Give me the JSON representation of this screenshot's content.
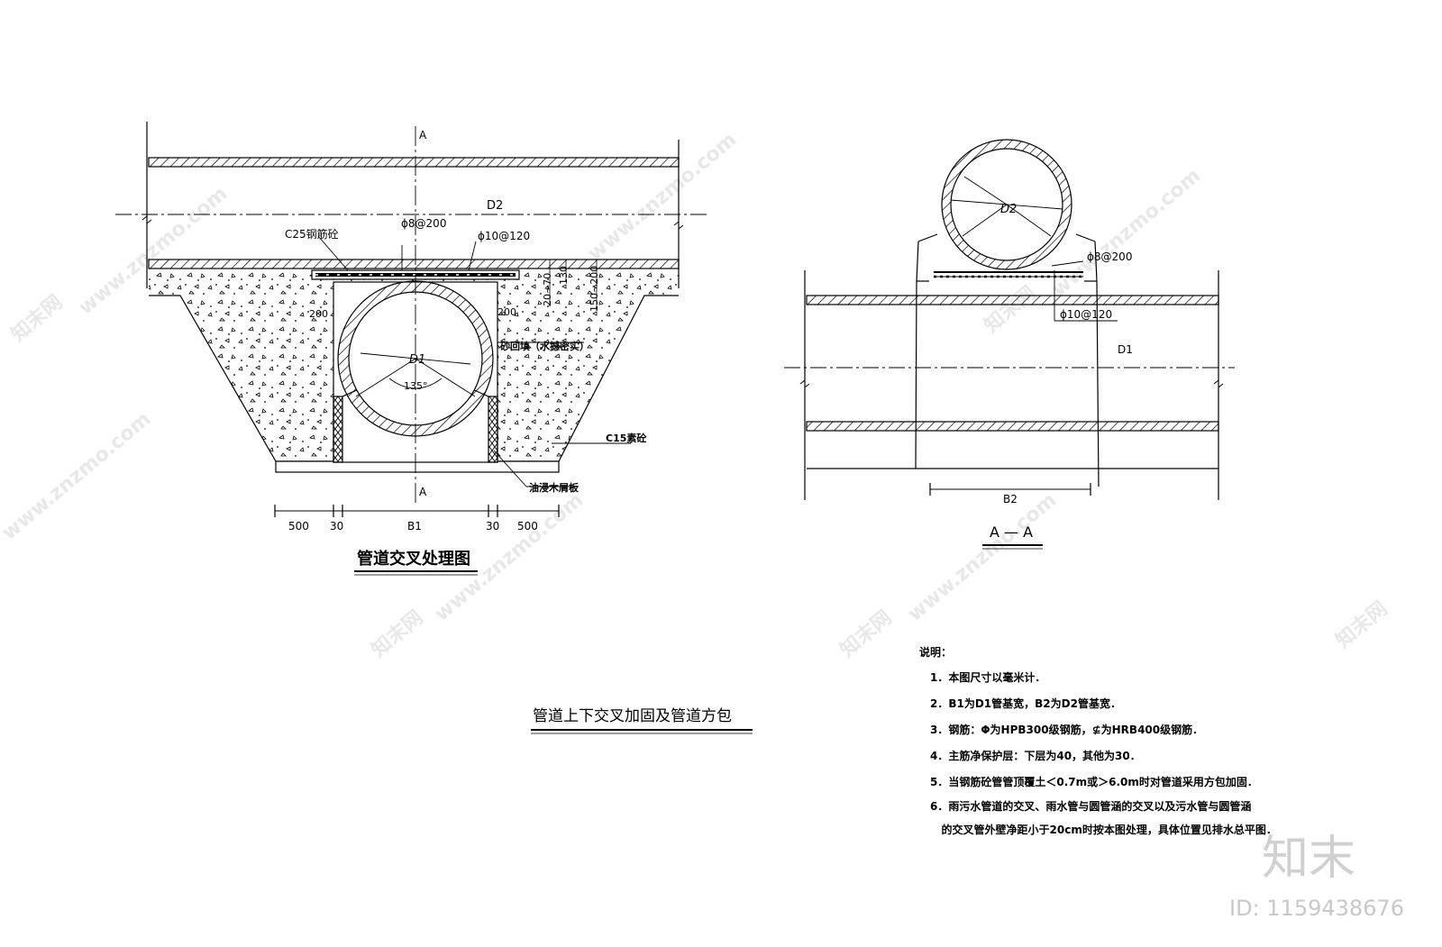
{
  "left_view": {
    "section_mark_top": "A",
    "section_mark_bottom": "A",
    "upper_pipe_label": "D2",
    "lower_pipe_label": "D1",
    "angle_label": "135°",
    "c25_label": "C25钢筋砼",
    "rebar_phi8_label": "ϕ8@200",
    "rebar_phi10_label": "ϕ10@120",
    "dim_20_70": "20~70",
    "dim_130": "130",
    "dim_150_200": "150~200",
    "dim_200_left": "200",
    "dim_200_right": "200",
    "sand_fill_label": "砂回填（水撼密实）",
    "c15_label": "C15素砼",
    "board_label": "油浸木屑板",
    "dim_500_left": "500",
    "dim_30_left": "30",
    "dim_b1": "B1",
    "dim_30_right": "30",
    "dim_500_right": "500",
    "title": "管道交叉处理图"
  },
  "right_view": {
    "pipe_label": "D2",
    "rebar_phi8_label": "ϕ8@200",
    "rebar_phi10_label": "ϕ10@120",
    "d1_label": "D1",
    "dim_b2": "B2",
    "title": "A — A"
  },
  "main_title": "管道上下交叉加固及管道方包",
  "notes": {
    "heading": "说明：",
    "items": [
      "1．本图尺寸以毫米计．",
      "2．B1为D1管基宽，B2为D2管基宽．",
      "3．钢筋：Φ为HPB300级钢筋，⊈为HRB400级钢筋．",
      "4．主筋净保护层：下层为40，其他为30．",
      "5．当钢筋砼管管顶覆土＜0.7m或＞6.0m时对管道采用方包加固．",
      "6．雨污水管道的交叉、雨水管与圆管涵的交叉以及污水管与圆管涵",
      "   的交叉管外壁净距小于20cm时按本图处理，具体位置见排水总平图．"
    ]
  },
  "watermark": {
    "site": "www.znzmo.com",
    "brand": "知末网",
    "logo": "知末",
    "id": "ID: 1159438676"
  }
}
